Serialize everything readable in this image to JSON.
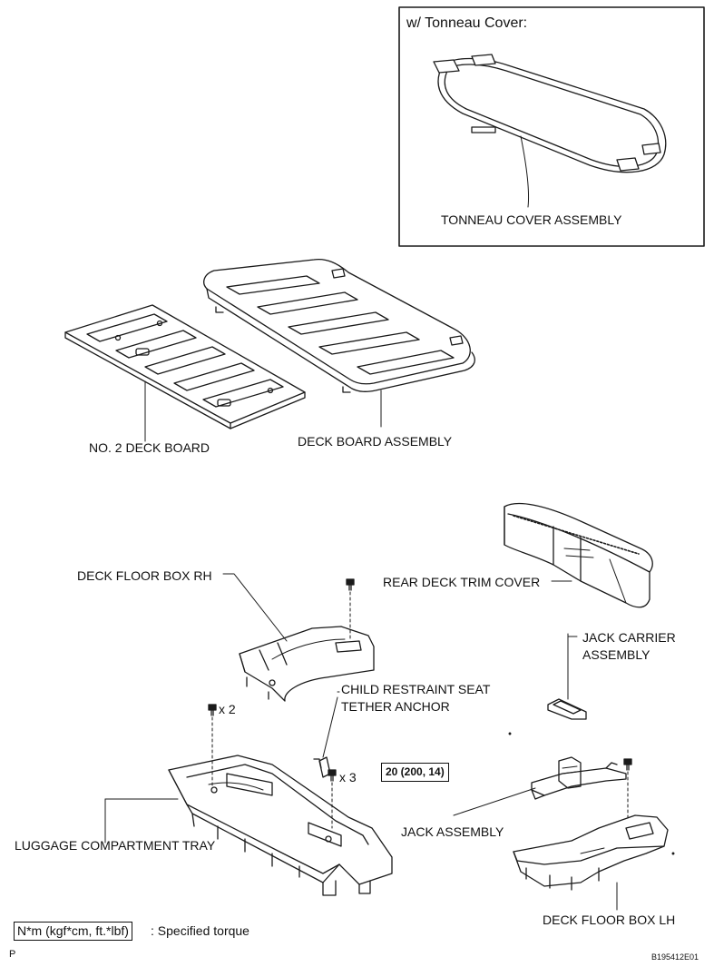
{
  "tonneau_box": {
    "title": "w/ Tonneau Cover:",
    "label": "TONNEAU COVER ASSEMBLY"
  },
  "labels": {
    "no2_deck_board": "NO. 2 DECK BOARD",
    "deck_board_assembly": "DECK BOARD ASSEMBLY",
    "deck_floor_box_rh": "DECK FLOOR BOX RH",
    "rear_deck_trim_cover": "REAR DECK TRIM COVER",
    "jack_carrier_line1": "JACK CARRIER",
    "jack_carrier_line2": "ASSEMBLY",
    "child_restraint_line1": "CHILD RESTRAINT SEAT",
    "child_restraint_line2": "TETHER ANCHOR",
    "jack_assembly": "JACK ASSEMBLY",
    "luggage_tray": "LUGGAGE COMPARTMENT TRAY",
    "deck_floor_box_lh": "DECK FLOOR BOX LH"
  },
  "fasteners": {
    "qty_bolt_tray": "x 2",
    "qty_bolt_anchor": "x 3",
    "torque_value": "20 (200, 14)"
  },
  "legend": {
    "unit": "N*m (kgf*cm, ft.*lbf)",
    "text": ": Specified torque"
  },
  "footer": {
    "left_mark": "P",
    "figure_code": "B195412E01"
  }
}
